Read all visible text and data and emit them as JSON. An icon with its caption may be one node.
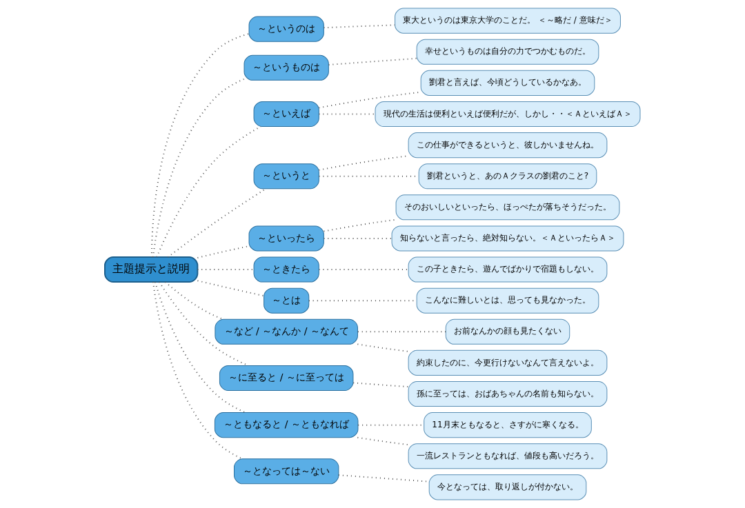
{
  "diagram": {
    "nodes": [
      {
        "text": [
          "主題提示と説明"
        ]
      },
      {
        "text": [
          "～というのは"
        ]
      },
      {
        "text": [
          "東大というのは東京大学のことだ。 ＜～略だ / 意味だ＞"
        ]
      },
      {
        "text": [
          "～というものは"
        ]
      },
      {
        "text": [
          "幸せというものは自分の力でつかむものだ。"
        ]
      },
      {
        "text": [
          "～といえば"
        ]
      },
      {
        "text": [
          "劉君と言えば、今頃どうしているかなあ。"
        ]
      },
      {
        "text": [
          "現代の生活は便利といえば便利だが、しかし・・＜ＡといえばＡ＞"
        ]
      },
      {
        "text": [
          "～というと"
        ]
      },
      {
        "text": [
          "この仕事ができるというと、彼しかいませんね。"
        ]
      },
      {
        "text": [
          "劉君というと、あのＡクラスの劉君のこと?"
        ]
      },
      {
        "text": [
          "～といったら"
        ]
      },
      {
        "text": [
          "そのおいしいといったら、ほっぺたが落ちそうだった。"
        ]
      },
      {
        "text": [
          "知らないと言ったら、絶対知らない。＜ＡといったらＡ＞"
        ]
      },
      {
        "text": [
          "～ときたら"
        ]
      },
      {
        "text": [
          "この子ときたら、遊んでばかりで宿題もしない。"
        ]
      },
      {
        "text": [
          "～とは"
        ]
      },
      {
        "text": [
          "こんなに難しいとは、思っても見なかった。"
        ]
      },
      {
        "text": [
          "～など / ～なんか / ～なんて"
        ]
      },
      {
        "text": [
          "お前なんかの顔も見たくない"
        ]
      },
      {
        "text": [
          "約束したのに、今更行けないなんて言えないよ。"
        ]
      },
      {
        "text": [
          "～に至ると / ～に至っては"
        ]
      },
      {
        "text": [
          "孫に至っては、おばあちゃんの名前も知らない。"
        ]
      },
      {
        "text": [
          "～ともなると / ～ともなれば"
        ]
      },
      {
        "text": [
          "11月末ともなると、さすがに寒くなる。"
        ]
      },
      {
        "text": [
          "一流レストランともなれば、値段も高いだろう。"
        ]
      },
      {
        "text": [
          "～となっては～ない"
        ]
      },
      {
        "text": [
          "今となっては、取り返しが付かない。"
        ]
      }
    ],
    "edges": [
      {
        "from": 0,
        "to": 1,
        "arrow": "none"
      },
      {
        "from": 1,
        "to": 2,
        "arrow": "none"
      },
      {
        "from": 0,
        "to": 3,
        "arrow": "none"
      },
      {
        "from": 3,
        "to": 4,
        "arrow": "none"
      },
      {
        "from": 0,
        "to": 5,
        "arrow": "none"
      },
      {
        "from": 5,
        "to": 6,
        "arrow": "none"
      },
      {
        "from": 5,
        "to": 7,
        "arrow": "none"
      },
      {
        "from": 0,
        "to": 8,
        "arrow": "none"
      },
      {
        "from": 8,
        "to": 9,
        "arrow": "none"
      },
      {
        "from": 8,
        "to": 10,
        "arrow": "none"
      },
      {
        "from": 0,
        "to": 11,
        "arrow": "none"
      },
      {
        "from": 11,
        "to": 12,
        "arrow": "none"
      },
      {
        "from": 11,
        "to": 13,
        "arrow": "none"
      },
      {
        "from": 0,
        "to": 14,
        "arrow": "none"
      },
      {
        "from": 14,
        "to": 15,
        "arrow": "none"
      },
      {
        "from": 0,
        "to": 16,
        "arrow": "none"
      },
      {
        "from": 16,
        "to": 17,
        "arrow": "none"
      },
      {
        "from": 0,
        "to": 18,
        "arrow": "none"
      },
      {
        "from": 18,
        "to": 19,
        "arrow": "none"
      },
      {
        "from": 18,
        "to": 20,
        "arrow": "none"
      },
      {
        "from": 0,
        "to": 21,
        "arrow": "none"
      },
      {
        "from": 21,
        "to": 22,
        "arrow": "none"
      },
      {
        "from": 0,
        "to": 23,
        "arrow": "none"
      },
      {
        "from": 23,
        "to": 24,
        "arrow": "none"
      },
      {
        "from": 23,
        "to": 25,
        "arrow": "none"
      },
      {
        "from": 0,
        "to": 26,
        "arrow": "none"
      },
      {
        "from": 26,
        "to": 27,
        "arrow": "none"
      }
    ]
  }
}
